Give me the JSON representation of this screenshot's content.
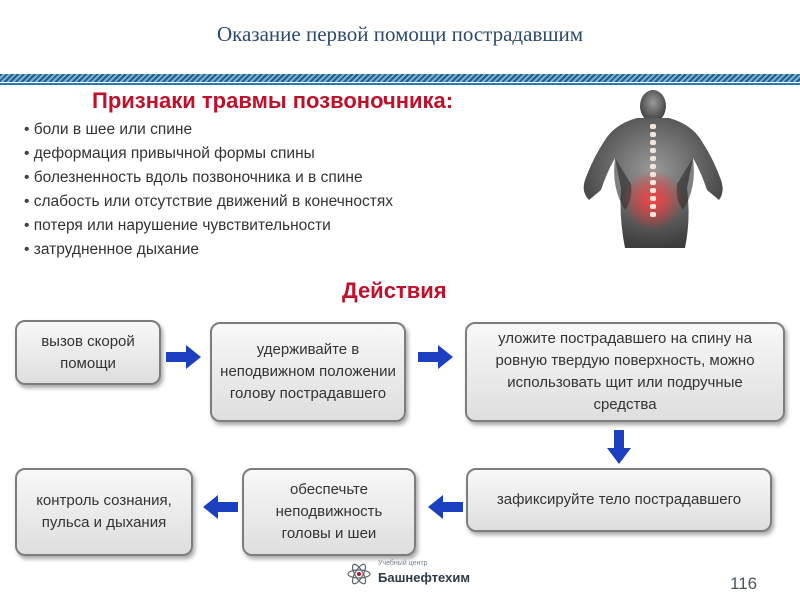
{
  "header": {
    "title": "Оказание первой помощи пострадавшим"
  },
  "signs": {
    "title": "Признаки травмы позвоночника:",
    "items": [
      "боли в шее или спине",
      "деформация привычной формы спины",
      "болезненность вдоль позвоночника и в спине",
      "слабость или отсутствие движений в конечностях",
      "потеря или нарушение чувствительности",
      "затрудненное дыхание"
    ]
  },
  "actions": {
    "title": "Действия",
    "steps": [
      "вызов скорой помощи",
      "удерживайте в неподвижном положении голову пострадавшего",
      "уложите пострадавшего на спину на ровную твердую поверхность, можно использовать щит или подручные средства",
      "зафиксируйте тело пострадавшего",
      "обеспечьте неподвижность головы и шеи",
      "контроль сознания, пульса и дыхания"
    ]
  },
  "footer": {
    "logo_subtitle": "Учебный центр",
    "logo_name": "Башнефтехим",
    "page_number": "116"
  },
  "colors": {
    "accent": "#c0102a",
    "arrow": "#1a3fbf",
    "title": "#2c4a6b"
  }
}
